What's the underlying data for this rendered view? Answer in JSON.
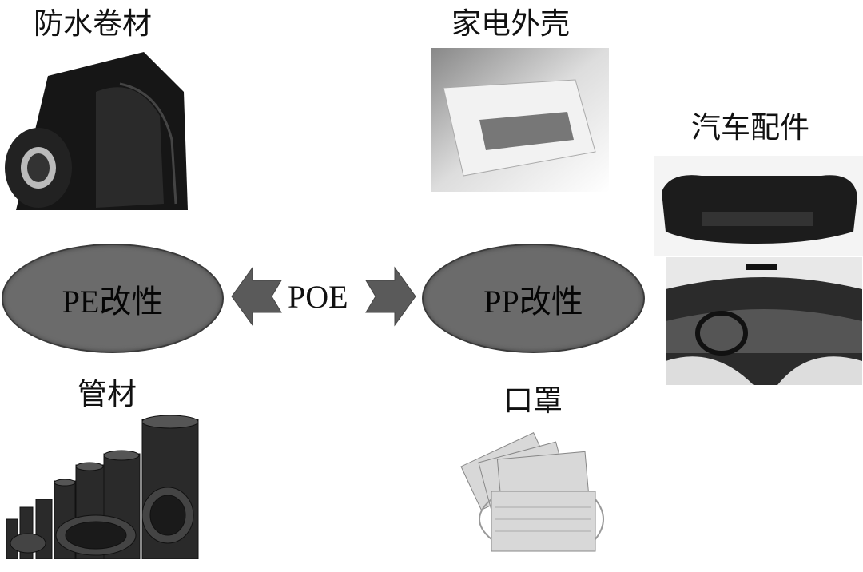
{
  "labels": {
    "waterproof_membrane": "防水卷材",
    "appliance_housing": "家电外壳",
    "auto_parts": "汽车配件",
    "pipes": "管材",
    "masks": "口罩"
  },
  "nodes": {
    "pe": "PE改性",
    "pp": "PP改性",
    "center": "POE"
  },
  "colors": {
    "node_fill": "#6b6b6b",
    "arrow_fill": "#5a5a5a"
  }
}
